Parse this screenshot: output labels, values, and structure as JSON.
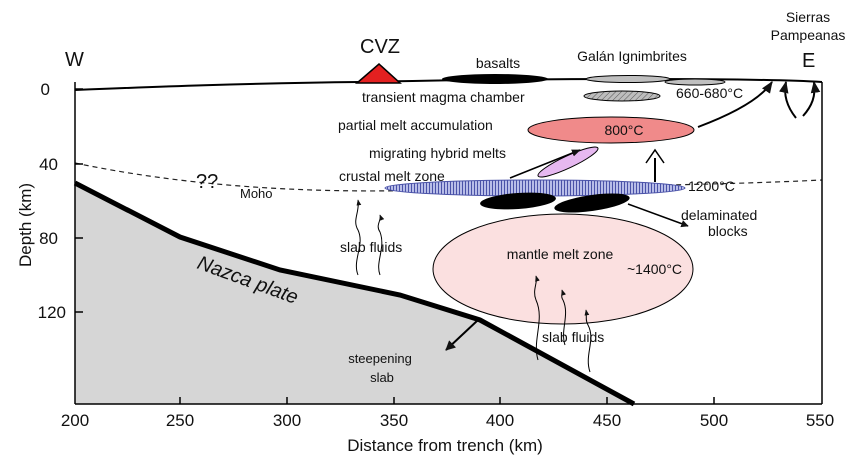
{
  "figure": {
    "compass": {
      "west": "W",
      "east": "E"
    },
    "volcano_label": "CVZ",
    "surface_labels": {
      "basalts": "basalts",
      "galan": "Galán Ignimbrites",
      "sierras_line1": "Sierras",
      "sierras_line2": "Pampeanas"
    },
    "zones": {
      "magma_chamber": "transient magma chamber",
      "magma_temp": "660-680°C",
      "partial_melt": "partial melt accumulation",
      "partial_temp": "800°C",
      "hybrid": "migrating hybrid melts",
      "crustal": "crustal melt zone",
      "crustal_temp": "1200°C",
      "moho_q": "??",
      "moho": "Moho",
      "delam_line1": "delaminated",
      "delam_line2": "blocks",
      "slab_fluids_left": "slab fluids",
      "mantle": "mantle melt zone",
      "mantle_temp": "~1400°C",
      "nazca": "Nazca plate",
      "slab_fluids_right": "slab fluids",
      "steep_line1": "steepening",
      "steep_line2": "slab"
    },
    "axes": {
      "x_title": "Distance from trench (km)",
      "y_title": "Depth (km)",
      "x_ticks": [
        "200",
        "250",
        "300",
        "350",
        "400",
        "450",
        "500",
        "550"
      ],
      "y_ticks": [
        "0",
        "40",
        "80",
        "120"
      ]
    },
    "colors": {
      "volcano": "#e32020",
      "partial_melt": "#f08a8a",
      "mantle_melt": "#fbe0e0",
      "hybrid_melt": "#e6b8f0",
      "crustal_melt": "#9ea6e0",
      "slab": "#d6d6d6",
      "magma_chamber": "#a6a6a6"
    }
  }
}
